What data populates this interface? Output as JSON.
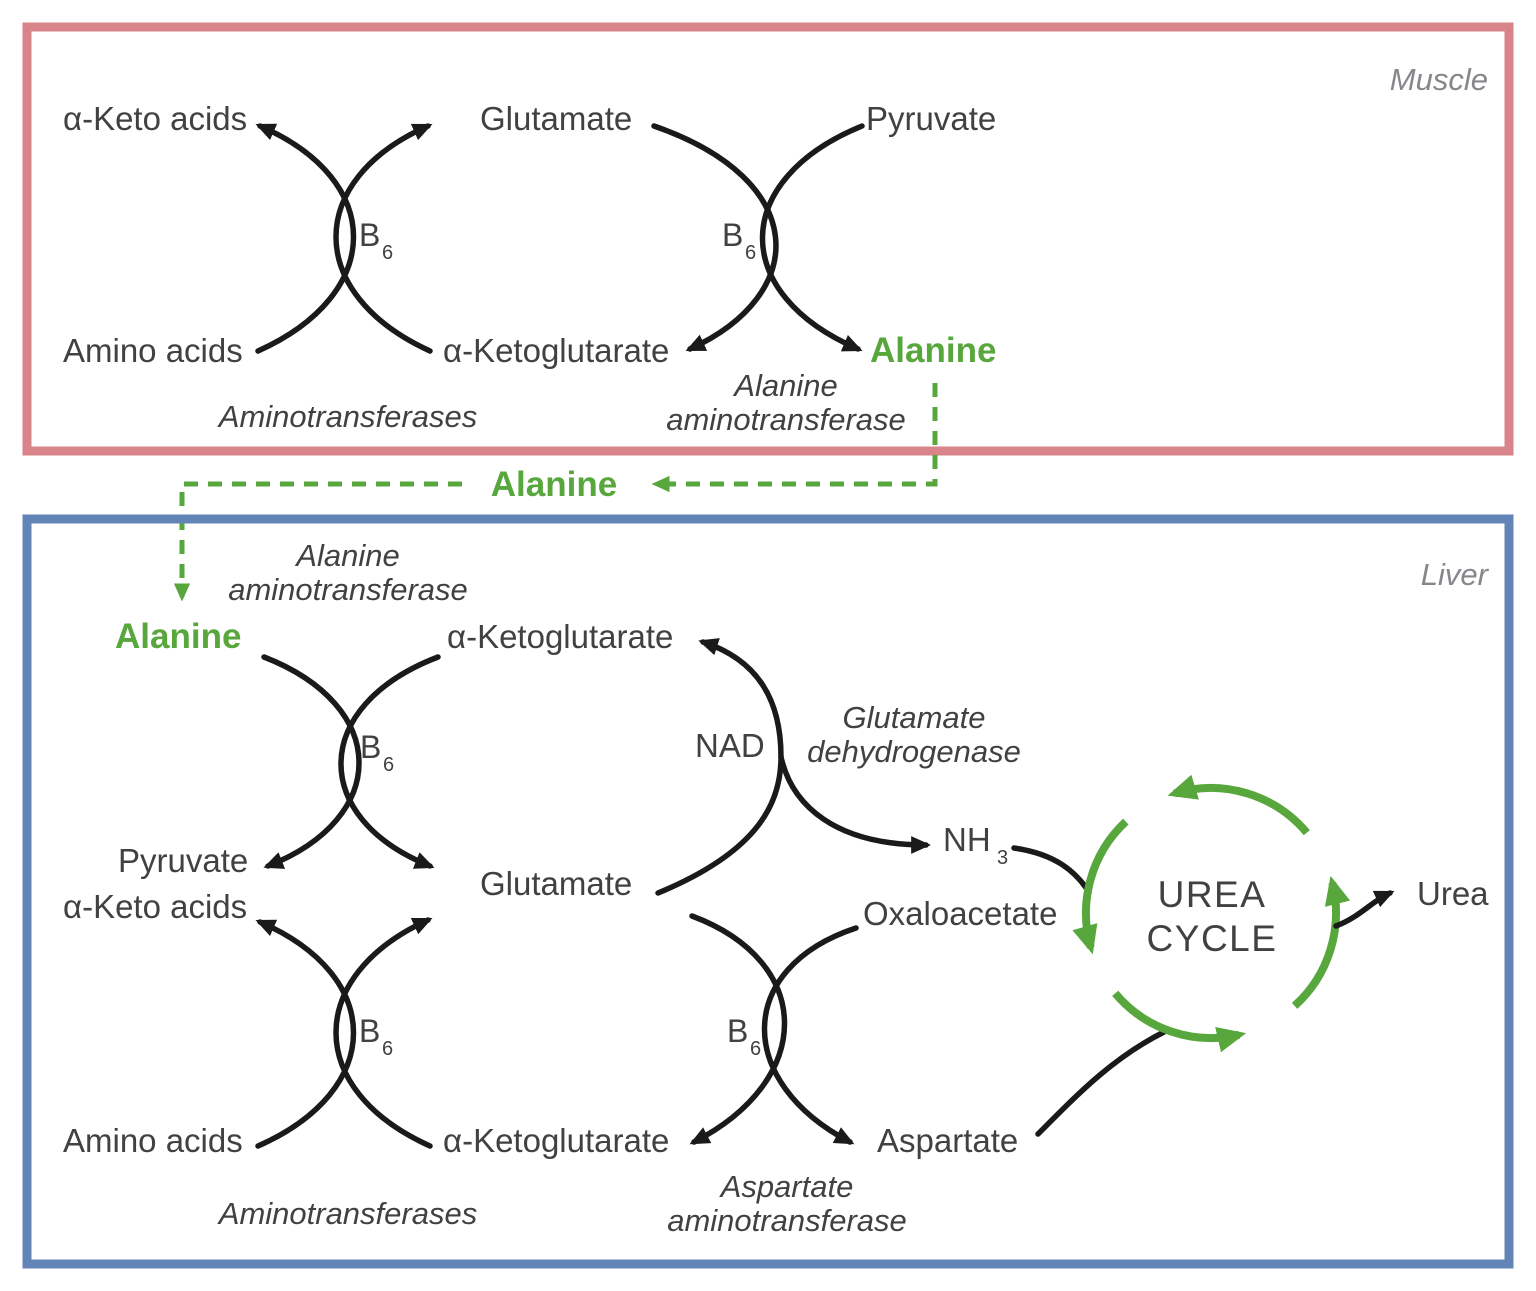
{
  "colors": {
    "muscle_border": "#d9838a",
    "liver_border": "#6284b7",
    "green": "#57a73c",
    "black": "#1a1a1a",
    "text_dark": "#414042",
    "text_gray": "#85878a"
  },
  "regions": {
    "muscle": "Muscle",
    "liver": "Liver"
  },
  "molecules": {
    "alpha_keto_acids": "α-Keto acids",
    "amino_acids": "Amino acids",
    "glutamate": "Glutamate",
    "alpha_ketoglutarate": "α-Ketoglutarate",
    "pyruvate": "Pyruvate",
    "alanine": "Alanine",
    "oxaloacetate": "Oxaloacetate",
    "aspartate": "Aspartate",
    "urea": "Urea",
    "nad": "NAD",
    "nh3_base": "NH",
    "nh3_sub": "3"
  },
  "cofactors": {
    "b6_base": "B",
    "b6_sub": "6"
  },
  "enzymes": {
    "aminotransferases": "Aminotransferases",
    "alanine_aminotransferase": {
      "line1": "Alanine",
      "line2": "aminotransferase"
    },
    "glutamate_dehydrogenase": {
      "line1": "Glutamate",
      "line2": "dehydrogenase"
    },
    "aspartate_aminotransferase": {
      "line1": "Aspartate",
      "line2": "aminotransferase"
    }
  },
  "urea_cycle": {
    "line1": "UREA",
    "line2": "CYCLE"
  },
  "shuttle": {
    "alanine": "Alanine"
  }
}
